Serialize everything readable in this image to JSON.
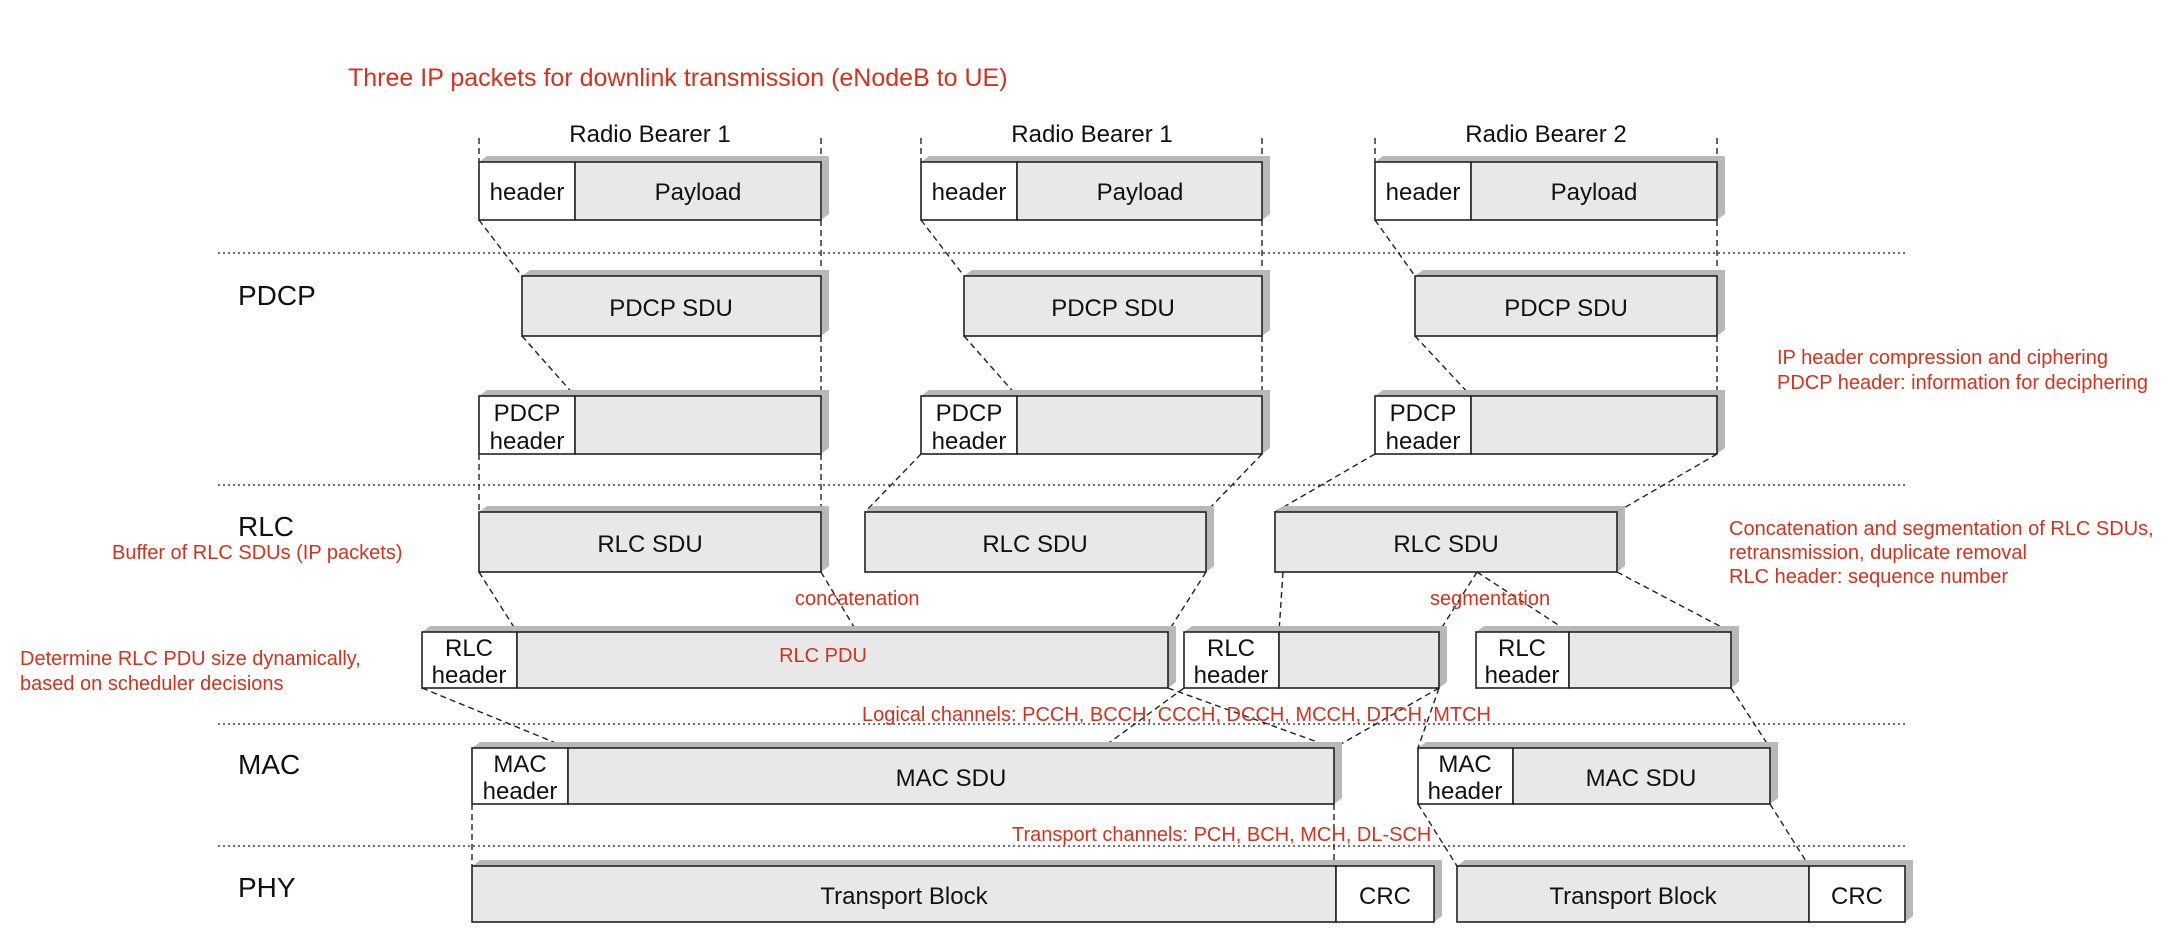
{
  "title": "Three IP packets for downlink transmission (eNodeB to UE)",
  "layers": {
    "pdcp": "PDCP",
    "rlc": "RLC",
    "mac": "MAC",
    "phy": "PHY"
  },
  "ip_packets": [
    {
      "bearer": "Radio Bearer 1",
      "header": "header",
      "payload": "Payload"
    },
    {
      "bearer": "Radio Bearer 1",
      "header": "header",
      "payload": "Payload"
    },
    {
      "bearer": "Radio Bearer 2",
      "header": "header",
      "payload": "Payload"
    }
  ],
  "pdcp": {
    "sdu_label": "PDCP SDU",
    "header_line1": "PDCP",
    "header_line2": "header"
  },
  "rlc": {
    "sdu_label": "RLC SDU",
    "pdu_label": "RLC PDU",
    "header_line1": "RLC",
    "header_line2": "header"
  },
  "mac": {
    "sdu_label": "MAC SDU",
    "header_line1": "MAC",
    "header_line2": "header"
  },
  "phy": {
    "transport_block": "Transport Block",
    "crc": "CRC"
  },
  "annotations": {
    "pdcp_note_1": "IP header compression and ciphering",
    "pdcp_note_2": "PDCP header: information for deciphering",
    "rlc_note_1": "Concatenation and segmentation of RLC SDUs,",
    "rlc_note_2": "retransmission, duplicate removal",
    "rlc_note_3": "RLC header: sequence number",
    "buffer": "Buffer of RLC SDUs (IP packets)",
    "concatenation": "concatenation",
    "segmentation": "segmentation",
    "pdu_size_1": "Determine RLC PDU size dynamically,",
    "pdu_size_2": "based on scheduler decisions",
    "logical_channels": "Logical channels: PCCH, BCCH, CCCH, DCCH, MCCH, DTCH, MTCH",
    "transport_channels": "Transport channels: PCH, BCH, MCH, DL-SCH"
  },
  "colors": {
    "annotation": "#d9301a",
    "box_fill": "#e8e8e8",
    "shadow": "#b8b8b8"
  }
}
